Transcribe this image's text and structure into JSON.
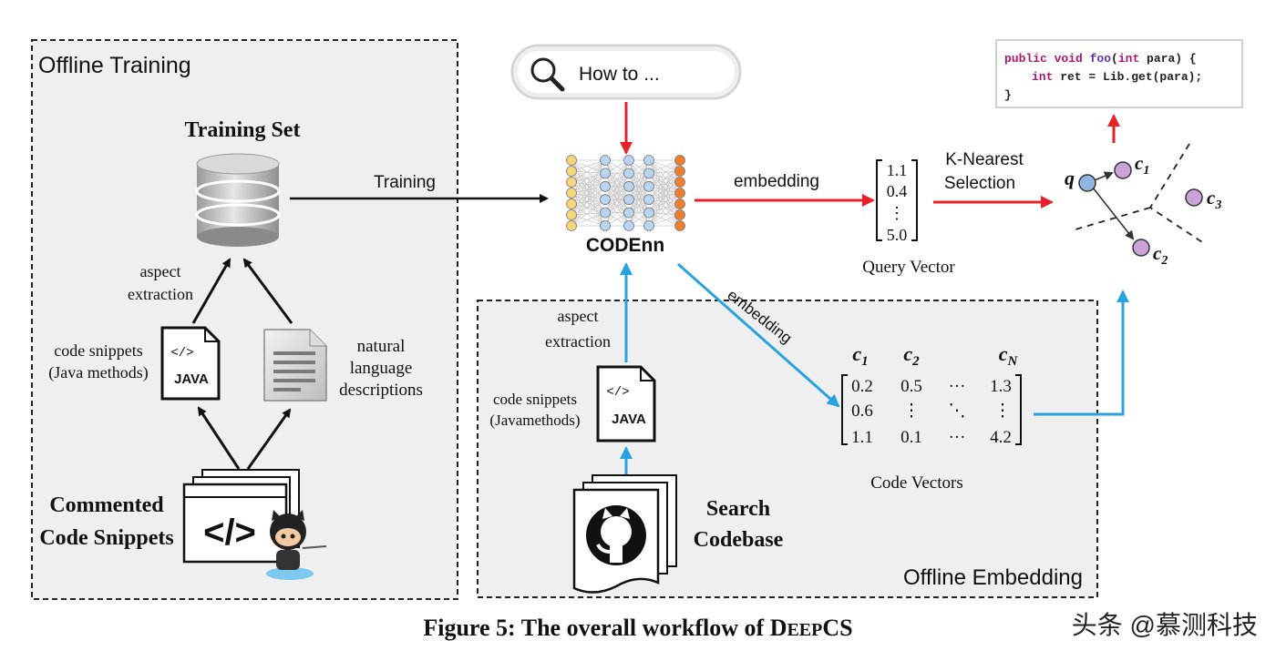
{
  "offline_training": {
    "title": "Offline Training",
    "training_set": "Training Set",
    "aspect_extraction_1": "aspect",
    "aspect_extraction_2": "extraction",
    "code_snippets_1": "code snippets",
    "code_snippets_2": "(Java methods)",
    "java_label": "JAVA",
    "nl_1": "natural",
    "nl_2": "language",
    "nl_3": "descriptions",
    "commented_1": "Commented",
    "commented_2": "Code Snippets"
  },
  "training_label": "Training",
  "search_box": {
    "text": "How to ..."
  },
  "codenn_label": "CODEnn",
  "embedding_top": "embedding",
  "embedding_diag": "embedding",
  "query_vector": {
    "values": [
      "1.1",
      "0.4",
      "⋮",
      "5.0"
    ],
    "label": "Query Vector"
  },
  "knn": {
    "line1": "K-Nearest",
    "line2": "Selection"
  },
  "knn_points": {
    "q": "q",
    "c1": "c",
    "c1_sub": "1",
    "c2": "c",
    "c2_sub": "2",
    "c3": "c",
    "c3_sub": "3"
  },
  "code_result": {
    "line1_kw": "public void ",
    "line1_fn": "foo",
    "line1_open": "(",
    "line1_type": "int",
    "line1_rest": " para) {",
    "line2_kw": "int",
    "line2_rest": " ret = Lib.get(para);",
    "line3": "}"
  },
  "offline_embedding": {
    "title": "Offline Embedding",
    "aspect_1": "aspect",
    "aspect_2": "extraction",
    "code_snippets_1": "code snippets",
    "code_snippets_2": "(Javamethods)",
    "java_label": "JAVA",
    "search_1": "Search",
    "search_2": "Codebase"
  },
  "code_vectors": {
    "headers": [
      {
        "base": "c",
        "sub": "1"
      },
      {
        "base": "c",
        "sub": "2"
      },
      {
        "base": "c",
        "sub": "N"
      }
    ],
    "rows": [
      [
        "0.2",
        "0.5",
        "···",
        "1.3"
      ],
      [
        "0.6",
        "⋮",
        "⋱",
        "⋮"
      ],
      [
        "1.1",
        "0.1",
        "···",
        "4.2"
      ]
    ],
    "label": "Code Vectors"
  },
  "caption": {
    "prefix": "Figure 5: The overall workflow of ",
    "name_big1": "D",
    "name_small": "EEP",
    "name_big2": "CS"
  },
  "watermark": "头条 @慕测科技",
  "colors": {
    "red": "#e8202a",
    "blue": "#29a3e0",
    "black": "#111111",
    "panel": "#efefef",
    "node_yellow": "#f7d77a",
    "node_blue": "#b9d4ee",
    "node_orange": "#ee7e2a",
    "point_purple": "#c9a3d8",
    "point_blue": "#8fb6e3"
  }
}
